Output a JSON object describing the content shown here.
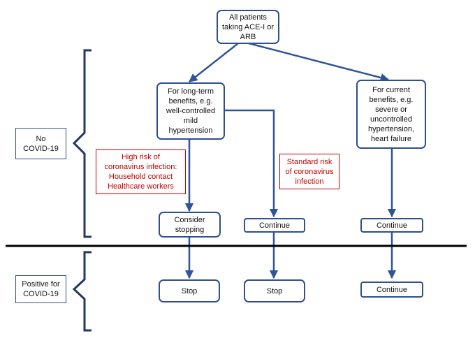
{
  "nodes": {
    "start": "All patients\ntaking ACE-I or\nARB",
    "long_term": "For long-term\nbenefits, e.g.\nwell-controlled\nmild\nhypertension",
    "current": "For current\nbenefits, e.g.\nsevere or\nuncontrolled\nhypertension,\nheart failure",
    "consider_stopping": "Consider\nstopping",
    "continue_middle": "Continue",
    "continue_right": "Continue",
    "stop_left": "Stop",
    "stop_middle": "Stop",
    "continue_bottom_right": "Continue"
  },
  "annotations": {
    "high_risk": "High risk of\ncoronavirus infection:\nHousehold contact\nHealthcare workers",
    "standard_risk": "Standard risk\nof coronavirus\ninfection"
  },
  "groups": {
    "no_covid": "No\nCOVID-19",
    "positive_covid": "Positive for\nCOVID-19"
  },
  "colors": {
    "arrow": "#2f5597",
    "box_border": "#2f4f8f",
    "risk_text": "#c00000",
    "divider": "#000000"
  }
}
